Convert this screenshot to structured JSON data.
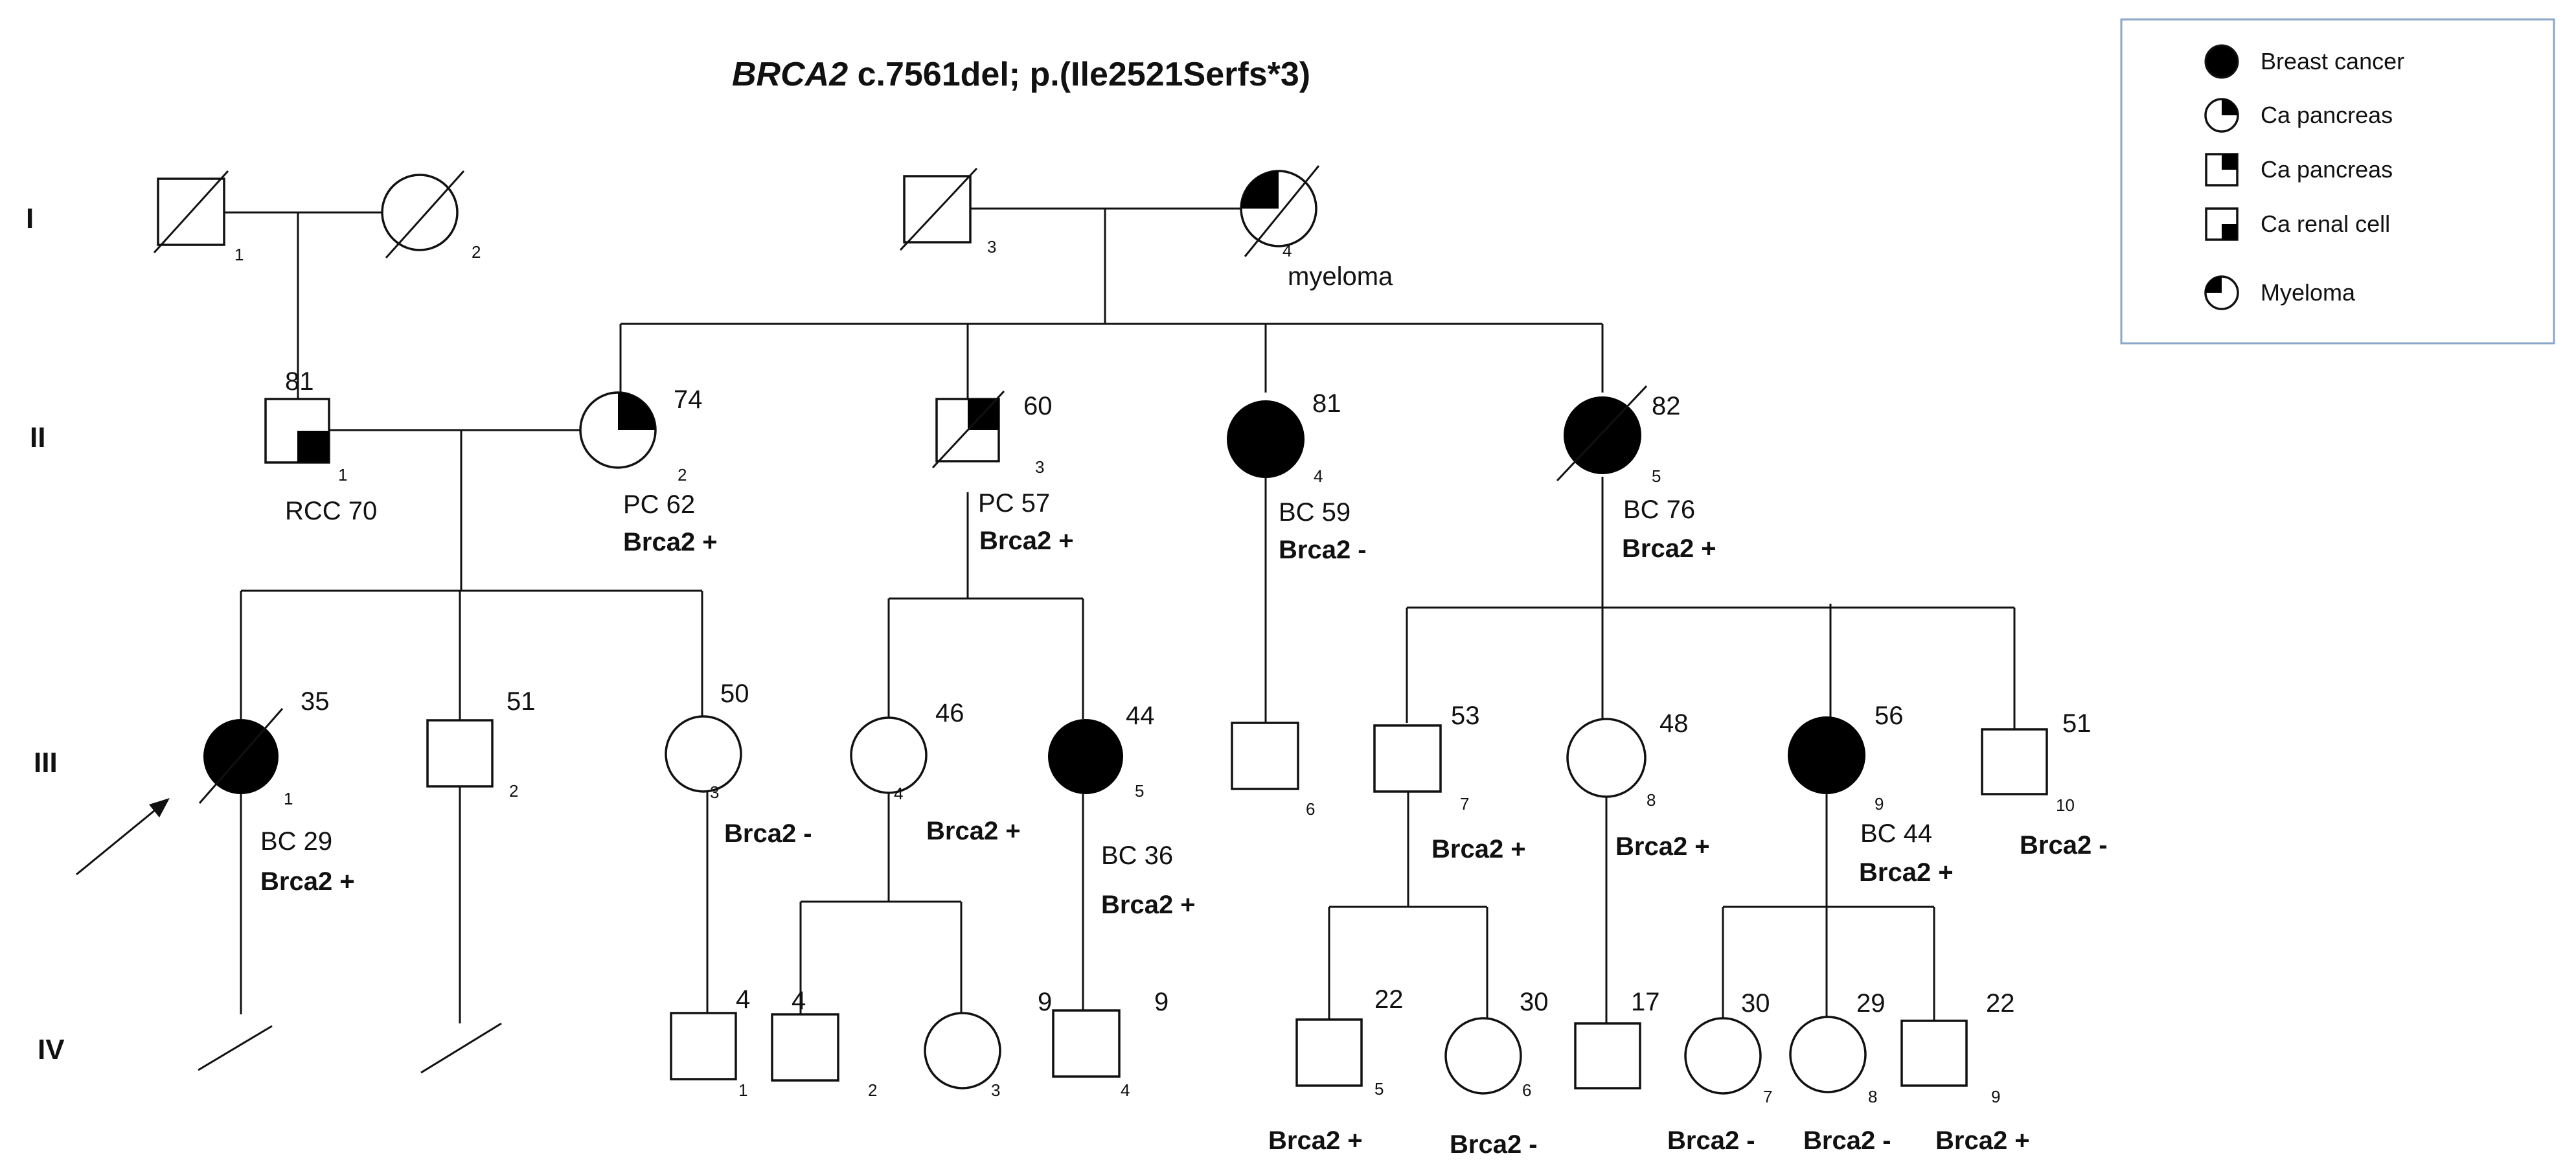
{
  "title": {
    "gene": "BRCA2",
    "variant": " c.7561del; p.(Ile2521Serfs*3)"
  },
  "legend": [
    {
      "marker": "filled-circle",
      "label": "Breast cancer"
    },
    {
      "marker": "circle-quarter",
      "label": "Ca pancreas"
    },
    {
      "marker": "square-upper-right",
      "label": "Ca pancreas"
    },
    {
      "marker": "square-lower-right",
      "label": "Ca renal cell"
    },
    {
      "marker": "circle-half-quarter",
      "label": "Myeloma"
    }
  ],
  "generations": [
    "I",
    "II",
    "III",
    "IV"
  ],
  "gen1": {
    "n1": "1",
    "n2": "2",
    "n3": "3",
    "n4": "4",
    "myeloma": "myeloma"
  },
  "gen2": {
    "p1": {
      "age": "81",
      "num": "1",
      "dx": "RCC 70"
    },
    "p2": {
      "age": "74",
      "num": "2",
      "dx": "PC 62",
      "status": "Brca2 +"
    },
    "p3": {
      "age": "60",
      "num": "3",
      "dx": "PC 57",
      "status": "Brca2 +"
    },
    "p4": {
      "age": "81",
      "num": "4",
      "dx": "BC 59",
      "status": "Brca2 -"
    },
    "p5": {
      "age": "82",
      "num": "5",
      "dx": "BC 76",
      "status": "Brca2 +"
    }
  },
  "gen3": {
    "p1": {
      "age": "35",
      "num": "1",
      "dx": "BC 29",
      "status": "Brca2 +"
    },
    "p2": {
      "age": "51",
      "num": "2"
    },
    "p3": {
      "age": "50",
      "num": "3",
      "status": "Brca2 -"
    },
    "p4": {
      "age": "46",
      "num": "4",
      "status": "Brca2 +"
    },
    "p5": {
      "age": "44",
      "num": "5",
      "dx": "BC 36",
      "status": "Brca2 +"
    },
    "p6": {
      "num": "6"
    },
    "p7": {
      "age": "53",
      "num": "7",
      "status": "Brca2 +"
    },
    "p8": {
      "age": "48",
      "num": "8",
      "status": "Brca2 +"
    },
    "p9": {
      "age": "56",
      "num": "9",
      "dx": "BC 44",
      "status": "Brca2 +"
    },
    "p10": {
      "age": "51",
      "num": "10",
      "status": "Brca2 -"
    }
  },
  "gen4": {
    "p1": {
      "age": "4",
      "num": "1"
    },
    "p2": {
      "age": "4",
      "num": "2"
    },
    "p3": {
      "age": "9",
      "num": "3"
    },
    "p4": {
      "age": "9",
      "num": "4"
    },
    "p5": {
      "age": "22",
      "num": "5",
      "status": "Brca2 +"
    },
    "p6": {
      "age": "30",
      "num": "6",
      "status": "Brca2 -"
    },
    "p7": {
      "age": "17"
    },
    "p8": {
      "age": "30",
      "num": "7",
      "status": "Brca2 -"
    },
    "p9": {
      "age": "29",
      "num": "8",
      "status": "Brca2 -"
    },
    "p10": {
      "age": "22",
      "num": "9",
      "status": "Brca2 +"
    }
  }
}
